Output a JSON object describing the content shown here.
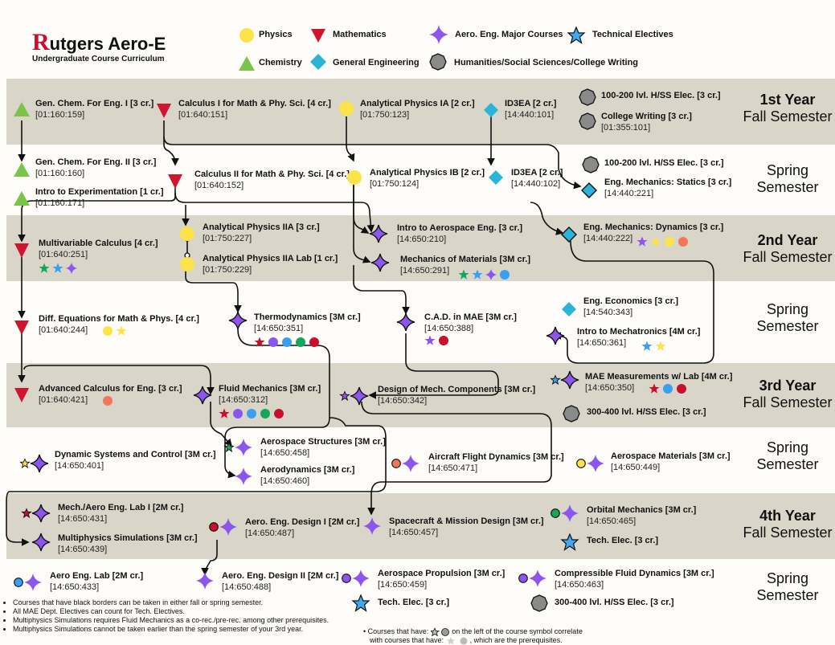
{
  "header": {
    "logo_letter": "R",
    "title_rest": "utgers Aero-E",
    "subtitle": "Undergraduate Course Curriculum"
  },
  "legend": {
    "physics": "Physics",
    "mathematics": "Mathematics",
    "aero_major": "Aero. Eng. Major Courses",
    "tech_electives": "Technical Electives",
    "chemistry": "Chemistry",
    "general_eng": "General Engineering",
    "humanities": "Humanities/Social Sciences/College Writing"
  },
  "years": {
    "y1f_a": "1st Year",
    "y1f_b": "Fall Semester",
    "y1s_a": "Spring",
    "y1s_b": "Semester",
    "y2f_a": "2nd Year",
    "y2f_b": "Fall Semester",
    "y2s_a": "Spring",
    "y2s_b": "Semester",
    "y3f_a": "3rd Year",
    "y3f_b": "Fall Semester",
    "y3s_a": "Spring",
    "y3s_b": "Semester",
    "y4f_a": "4th Year",
    "y4f_b": "Fall Semester",
    "y4s_a": "Spring",
    "y4s_b": "Semester"
  },
  "courses": {
    "chem1": {
      "title": "Gen. Chem. For Eng. I [3 cr.]",
      "code": "[01:160:159]"
    },
    "calc1": {
      "title": "Calculus I for Math & Phy. Sci. [4 cr.]",
      "code": "[01:640:151]"
    },
    "phys1a": {
      "title": "Analytical Physics IA [2 cr.]",
      "code": "[01:750:123]"
    },
    "id3ea1": {
      "title": "ID3EA [2 cr.]",
      "code": "[14:440:101]"
    },
    "hss1": {
      "title": "100-200 lvl. H/SS Elec. [3 cr.]",
      "code": ""
    },
    "writing": {
      "title": "College Writing [3 cr.]",
      "code": "[01:355:101]"
    },
    "chem2": {
      "title": "Gen. Chem. For Eng. II [3 cr.]",
      "code": "[01:160:160]"
    },
    "intro_exp": {
      "title": "Intro to Experimentation [1 cr.]",
      "code": "[01:160:171]"
    },
    "calc2": {
      "title": "Calculus II for Math & Phy. Sci. [4 cr.]",
      "code": "[01:640:152]"
    },
    "phys1b": {
      "title": "Analytical Physics IB [2 cr.]",
      "code": "[01:750:124]"
    },
    "id3ea2": {
      "title": "ID3EA [2 cr.]",
      "code": "[14:440:102]"
    },
    "hss2": {
      "title": "100-200 lvl. H/SS Elec. [3 cr.]",
      "code": ""
    },
    "statics": {
      "title": "Eng. Mechanics: Statics [3 cr.]",
      "code": "[14:440:221]"
    },
    "multivar": {
      "title": "Multivariable Calculus [4 cr.]",
      "code": "[01:640:251]"
    },
    "phys2a": {
      "title": "Analytical Physics IIA [3 cr.]",
      "code": "[01:750:227]"
    },
    "phys2alab": {
      "title": "Analytical Physics IIA Lab [1 cr.]",
      "code": "[01:750:229]"
    },
    "intro_aero": {
      "title": "Intro to Aerospace Eng. [3 cr.]",
      "code": "[14:650:210]"
    },
    "mech_mat": {
      "title": "Mechanics of Materials [3M cr.]",
      "code": "[14:650:291]"
    },
    "dynamics": {
      "title": "Eng. Mechanics: Dynamics [3 cr.]",
      "code": "[14:440:222]"
    },
    "diffeq": {
      "title": "Diff. Equations for Math & Phys. [4 cr.]",
      "code": "[01:640:244]"
    },
    "thermo": {
      "title": "Thermodynamics [3M cr.]",
      "code": "[14:650:351]"
    },
    "cad": {
      "title": "C.A.D. in MAE [3M cr.]",
      "code": "[14:650:388]"
    },
    "econ": {
      "title": "Eng. Economics [3 cr.]",
      "code": "[14:540:343]"
    },
    "mechatronics": {
      "title": "Intro to Mechatronics [4M cr.]",
      "code": "[14:650:361]"
    },
    "adv_calc": {
      "title": "Advanced Calculus for Eng. [3 cr.]",
      "code": "[01:640:421]"
    },
    "fluids": {
      "title": "Fluid Mechanics [3M cr.]",
      "code": "[14:650:312]"
    },
    "design_mech": {
      "title": "Design of Mech. Components [3M cr.]",
      "code": "[14:650:342]"
    },
    "measure": {
      "title": "MAE Measurements w/ Lab [4M cr.]",
      "code": "[14:650:350]"
    },
    "hss3": {
      "title": "300-400 lvl. H/SS Elec. [3 cr.]",
      "code": ""
    },
    "dyn_sys": {
      "title": "Dynamic Systems and Control [3M cr.]",
      "code": "[14:650:401]"
    },
    "aero_struct": {
      "title": "Aerospace Structures [3M cr.]",
      "code": "[14:650:458]"
    },
    "aerodyn": {
      "title": "Aerodynamics [3M cr.]",
      "code": "[14:650:460]"
    },
    "flight_dyn": {
      "title": "Aircraft Flight Dynamics [3M cr.]",
      "code": "[14:650:471]"
    },
    "aero_mat": {
      "title": "Aerospace Materials [3M cr.]",
      "code": "[14:650:449]"
    },
    "lab1": {
      "title": "Mech./Aero Eng. Lab I [2M cr.]",
      "code": "[14:650:431]"
    },
    "multiphys": {
      "title": "Multiphysics Simulations [3M cr.]",
      "code": "[14:650:439]"
    },
    "design1": {
      "title": "Aero. Eng. Design I [2M cr.]",
      "code": "[14:650:487]"
    },
    "spacecraft": {
      "title": "Spacecraft & Mission Design [3M cr.]",
      "code": "[14:650:457]"
    },
    "orbital": {
      "title": "Orbital Mechanics [3M cr.]",
      "code": "[14:650:465]"
    },
    "tech1": {
      "title": "Tech. Elec. [3 cr.]",
      "code": ""
    },
    "aero_lab": {
      "title": "Aero Eng. Lab [2M cr.]",
      "code": "[14:650:433]"
    },
    "design2": {
      "title": "Aero. Eng. Design II [2M cr.]",
      "code": "[14:650:488]"
    },
    "propulsion": {
      "title": "Aerospace Propulsion [3M cr.]",
      "code": "[14:650:459]"
    },
    "comp_fluid": {
      "title": "Compressible Fluid Dynamics [3M cr.]",
      "code": "[14:650:463]"
    },
    "tech2": {
      "title": "Tech. Elec. [3 cr.]",
      "code": ""
    },
    "hss4": {
      "title": "300-400 lvl. H/SS Elec. [3 cr.]",
      "code": ""
    }
  },
  "notes": {
    "n1": "Courses that have black borders can be taken in either fall or spring semester.",
    "n2": "All MAE Dept. Electives can count for Tech. Electives.",
    "n3": "Multiphysics Simulations requires Fluid Mechanics as a co-rec./pre-rec. among other prerequisites.",
    "n4": "Multiphysics Simulations cannot be taken earlier than the spring semester of your 3rd year.",
    "n5a": "Courses that have:",
    "n5b": "on the left of the course symbol correlate",
    "n5c": "with courses that have:",
    "n5d": ", which are the prerequisites."
  },
  "colors": {
    "physics": "#fce34a",
    "math": "#d0152e",
    "chem": "#7bc44a",
    "gen_eng": "#2bb3d8",
    "aero": "#8c55ee",
    "tech": "#41a8f0",
    "hss": "#8a8a8a",
    "band": "#d9d5c8",
    "logo": "#c8102e",
    "green_dot": "#14a65a",
    "red_dot": "#c8102e",
    "blue_dot": "#3a9ff0",
    "purple_dot": "#8c55ee",
    "orange_dot": "#f2765a"
  }
}
